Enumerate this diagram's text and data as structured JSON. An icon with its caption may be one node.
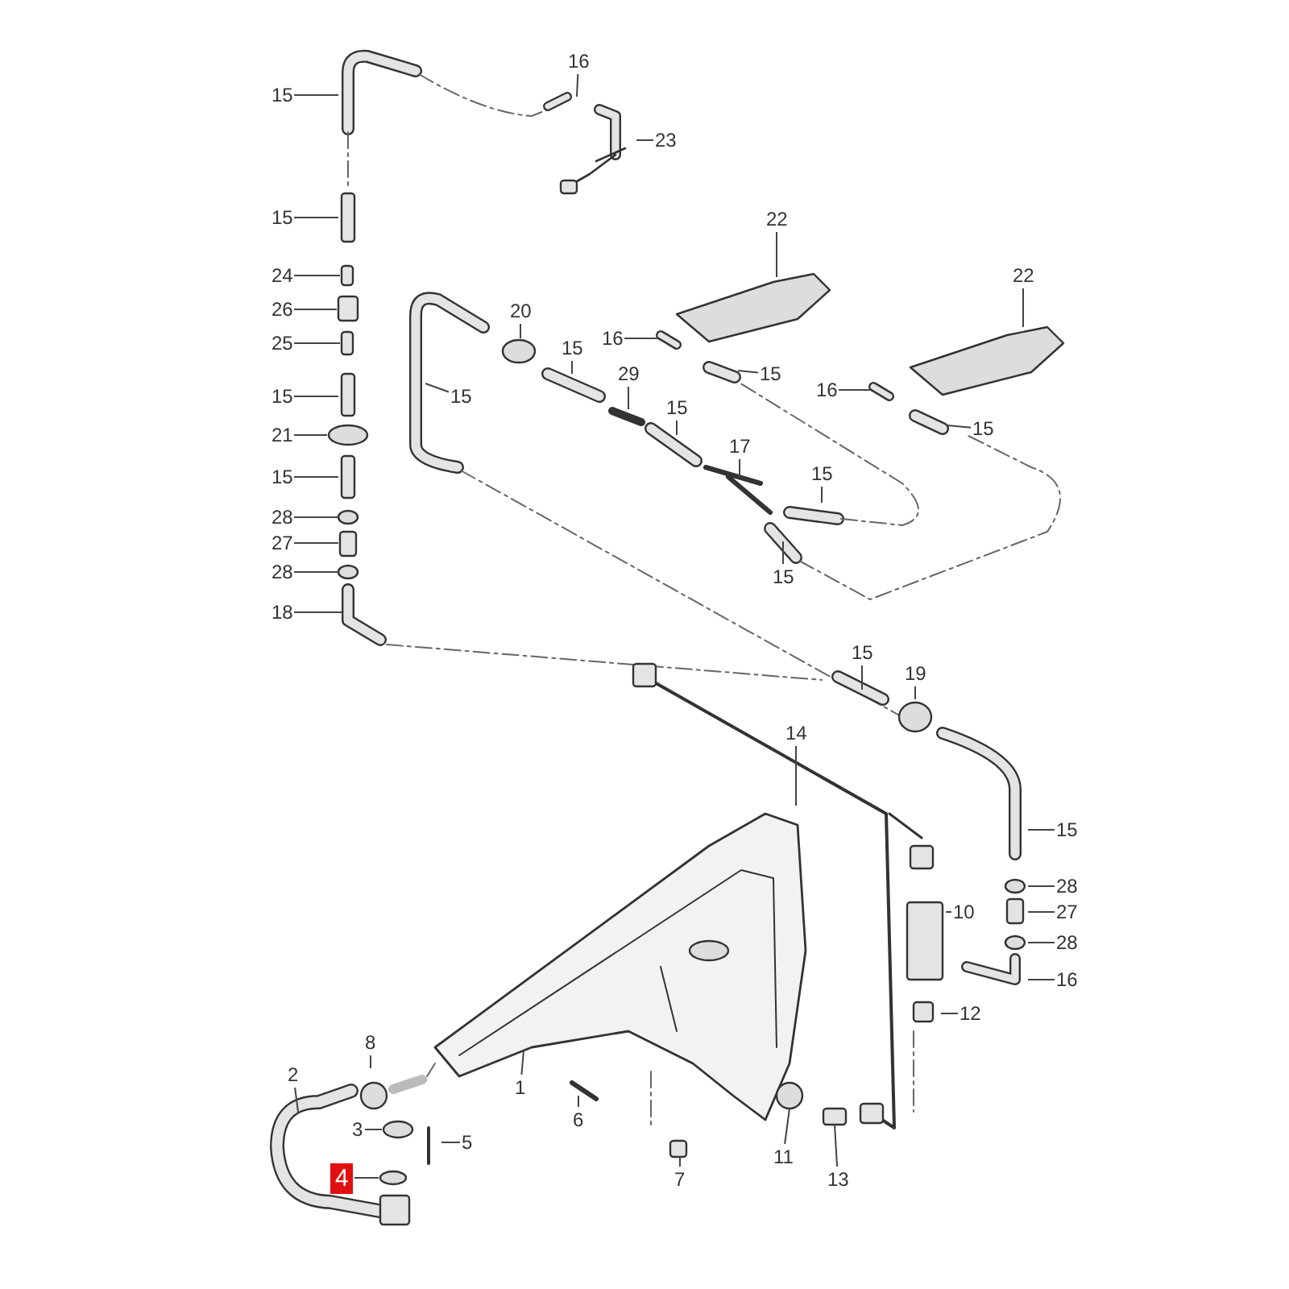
{
  "diagram": {
    "nodes": [
      {
        "text": [
          "15"
        ]
      },
      {
        "text": [
          "15"
        ]
      },
      {
        "text": [
          "24"
        ]
      },
      {
        "text": [
          "26"
        ]
      },
      {
        "text": [
          "25"
        ]
      },
      {
        "text": [
          "15"
        ]
      },
      {
        "text": [
          "21"
        ]
      },
      {
        "text": [
          "15"
        ]
      },
      {
        "text": [
          "28"
        ]
      },
      {
        "text": [
          "27"
        ]
      },
      {
        "text": [
          "28"
        ]
      },
      {
        "text": [
          "18"
        ]
      },
      {
        "text": [
          "16"
        ]
      },
      {
        "text": [
          "23"
        ]
      },
      {
        "text": [
          "20"
        ]
      },
      {
        "text": [
          "15"
        ]
      },
      {
        "text": [
          "15"
        ]
      },
      {
        "text": [
          "16"
        ]
      },
      {
        "text": [
          "29"
        ]
      },
      {
        "text": [
          "15"
        ]
      },
      {
        "text": [
          "22"
        ]
      },
      {
        "text": [
          "15"
        ]
      },
      {
        "text": [
          "17"
        ]
      },
      {
        "text": [
          "15"
        ]
      },
      {
        "text": [
          "15"
        ]
      },
      {
        "text": [
          "22"
        ]
      },
      {
        "text": [
          "16"
        ]
      },
      {
        "text": [
          "15"
        ]
      },
      {
        "text": [
          "15"
        ]
      },
      {
        "text": [
          "19"
        ]
      },
      {
        "text": [
          "14"
        ]
      },
      {
        "text": [
          "15"
        ]
      },
      {
        "text": [
          "28"
        ]
      },
      {
        "text": [
          "27"
        ]
      },
      {
        "text": [
          "28"
        ]
      },
      {
        "text": [
          "10"
        ]
      },
      {
        "text": [
          "16"
        ]
      },
      {
        "text": [
          "12"
        ]
      },
      {
        "text": [
          "1"
        ]
      },
      {
        "text": [
          "2"
        ]
      },
      {
        "text": [
          "8"
        ]
      },
      {
        "text": [
          "3"
        ]
      },
      {
        "text": [
          "4"
        ]
      },
      {
        "text": [
          "5"
        ]
      },
      {
        "text": [
          "6"
        ]
      },
      {
        "text": [
          "7"
        ]
      },
      {
        "text": [
          "11"
        ]
      },
      {
        "text": [
          "13"
        ]
      }
    ],
    "edges": [
      {
        "from": 0,
        "to": null,
        "arrow": "none"
      },
      {
        "from": 1,
        "to": null,
        "arrow": "none"
      },
      {
        "from": 2,
        "to": null,
        "arrow": "none"
      },
      {
        "from": 3,
        "to": null,
        "arrow": "none"
      },
      {
        "from": 4,
        "to": null,
        "arrow": "none"
      },
      {
        "from": 5,
        "to": null,
        "arrow": "none"
      },
      {
        "from": 6,
        "to": null,
        "arrow": "none"
      },
      {
        "from": 7,
        "to": null,
        "arrow": "none"
      },
      {
        "from": 8,
        "to": null,
        "arrow": "none"
      },
      {
        "from": 9,
        "to": null,
        "arrow": "none"
      },
      {
        "from": 10,
        "to": null,
        "arrow": "none"
      },
      {
        "from": 11,
        "to": null,
        "arrow": "none"
      },
      {
        "from": 12,
        "to": null,
        "arrow": "none"
      },
      {
        "from": 13,
        "to": null,
        "arrow": "none"
      },
      {
        "from": 14,
        "to": null,
        "arrow": "none"
      },
      {
        "from": 15,
        "to": null,
        "arrow": "none"
      },
      {
        "from": 16,
        "to": null,
        "arrow": "none"
      },
      {
        "from": 17,
        "to": null,
        "arrow": "none"
      },
      {
        "from": 18,
        "to": null,
        "arrow": "none"
      },
      {
        "from": 19,
        "to": null,
        "arrow": "none"
      },
      {
        "from": 20,
        "to": null,
        "arrow": "none"
      },
      {
        "from": 21,
        "to": null,
        "arrow": "none"
      },
      {
        "from": 22,
        "to": null,
        "arrow": "none"
      },
      {
        "from": 23,
        "to": null,
        "arrow": "none"
      },
      {
        "from": 24,
        "to": null,
        "arrow": "none"
      },
      {
        "from": 25,
        "to": null,
        "arrow": "none"
      },
      {
        "from": 26,
        "to": null,
        "arrow": "none"
      },
      {
        "from": 27,
        "to": null,
        "arrow": "none"
      },
      {
        "from": 28,
        "to": null,
        "arrow": "none"
      },
      {
        "from": 29,
        "to": null,
        "arrow": "none"
      },
      {
        "from": 30,
        "to": null,
        "arrow": "none"
      },
      {
        "from": 31,
        "to": null,
        "arrow": "none"
      },
      {
        "from": 32,
        "to": null,
        "arrow": "none"
      },
      {
        "from": 33,
        "to": null,
        "arrow": "none"
      },
      {
        "from": 34,
        "to": null,
        "arrow": "none"
      },
      {
        "from": 35,
        "to": null,
        "arrow": "none"
      },
      {
        "from": 36,
        "to": null,
        "arrow": "none"
      },
      {
        "from": 37,
        "to": null,
        "arrow": "none"
      },
      {
        "from": 38,
        "to": null,
        "arrow": "none"
      },
      {
        "from": 39,
        "to": null,
        "arrow": "none"
      },
      {
        "from": 40,
        "to": null,
        "arrow": "none"
      },
      {
        "from": 41,
        "to": null,
        "arrow": "none"
      },
      {
        "from": 42,
        "to": null,
        "arrow": "none"
      },
      {
        "from": 43,
        "to": null,
        "arrow": "none"
      },
      {
        "from": 44,
        "to": null,
        "arrow": "none"
      },
      {
        "from": 45,
        "to": null,
        "arrow": "none"
      },
      {
        "from": 46,
        "to": null,
        "arrow": "none"
      },
      {
        "from": 47,
        "to": null,
        "arrow": "none"
      }
    ]
  }
}
